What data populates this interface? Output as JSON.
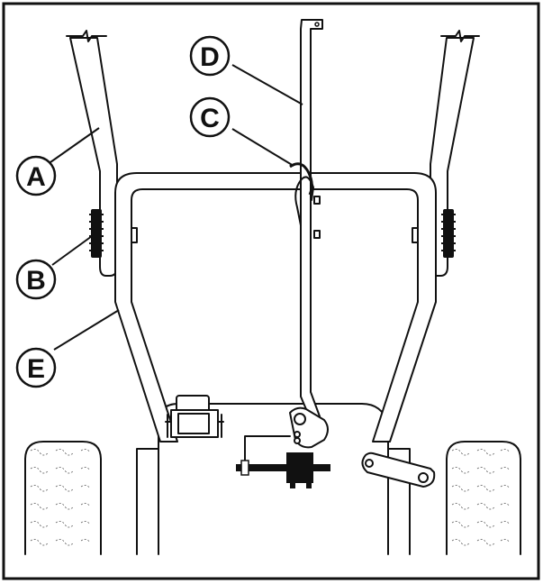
{
  "diagram": {
    "callouts": [
      {
        "id": "A",
        "label": "A"
      },
      {
        "id": "B",
        "label": "B"
      },
      {
        "id": "C",
        "label": "C"
      },
      {
        "id": "D",
        "label": "D"
      },
      {
        "id": "E",
        "label": "E"
      }
    ],
    "colors": {
      "line": "#111111",
      "background": "#ffffff",
      "fill": "#000000"
    }
  }
}
